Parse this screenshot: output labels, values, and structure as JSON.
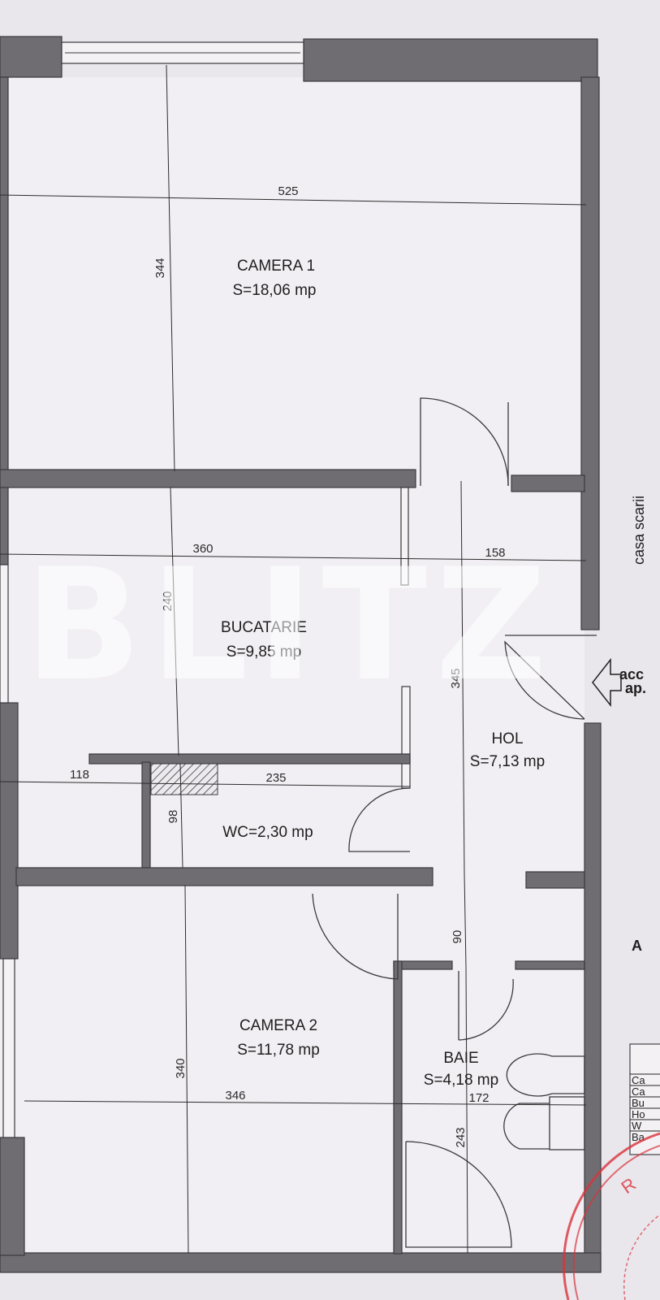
{
  "rooms": [
    {
      "name": "CAMERA 1",
      "area": "S=18,06 mp"
    },
    {
      "name": "BUCATARIE",
      "area": "S=9,85 mp"
    },
    {
      "name": "HOL",
      "area": "S=7,13 mp"
    },
    {
      "name": "",
      "area": "WC=2,30 mp"
    },
    {
      "name": "CAMERA 2",
      "area": "S=11,78 mp"
    },
    {
      "name": "BAIE",
      "area": "S=4,18 mp"
    }
  ],
  "dimensions": {
    "d525": "525",
    "d344": "344",
    "d360": "360",
    "d158": "158",
    "d240": "240",
    "d345": "345",
    "d118": "118",
    "d235": "235",
    "d98": "98",
    "d90": "90",
    "d340": "340",
    "d346": "346",
    "d172": "172",
    "d243": "243"
  },
  "side": {
    "stairs": "casa scarii",
    "access1": "acc",
    "access2": "ap.",
    "letter": "A"
  },
  "table_rows": [
    "Ca",
    "Ca",
    "Bu",
    "Ho",
    "W",
    "Ba"
  ],
  "watermark": "BLITZ",
  "stamp": "R",
  "colors": {
    "wall": "#6f6d72",
    "paper": "#e9e6ec",
    "stamp": "#d9333c"
  }
}
